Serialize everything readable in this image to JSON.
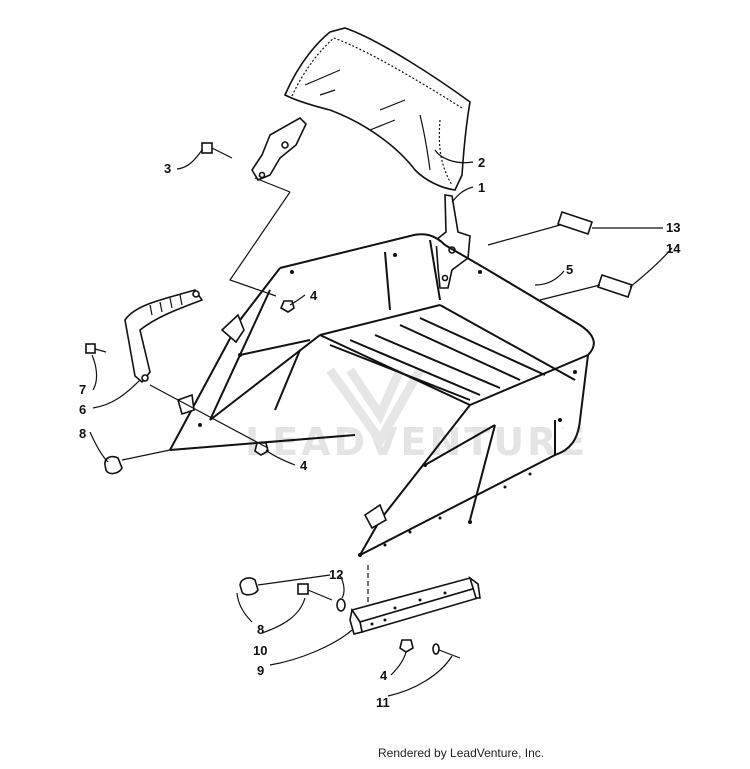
{
  "diagram": {
    "callouts": [
      "1",
      "2",
      "3",
      "4",
      "4",
      "4",
      "5",
      "6",
      "7",
      "8",
      "8",
      "9",
      "10",
      "11",
      "12",
      "13",
      "14"
    ],
    "watermark": "LEADVENTURE"
  },
  "footer": {
    "text": "Rendered by LeadVenture, Inc."
  },
  "colors": {
    "ink": "#111111",
    "background": "#ffffff",
    "watermark": "#e4e4e4"
  }
}
